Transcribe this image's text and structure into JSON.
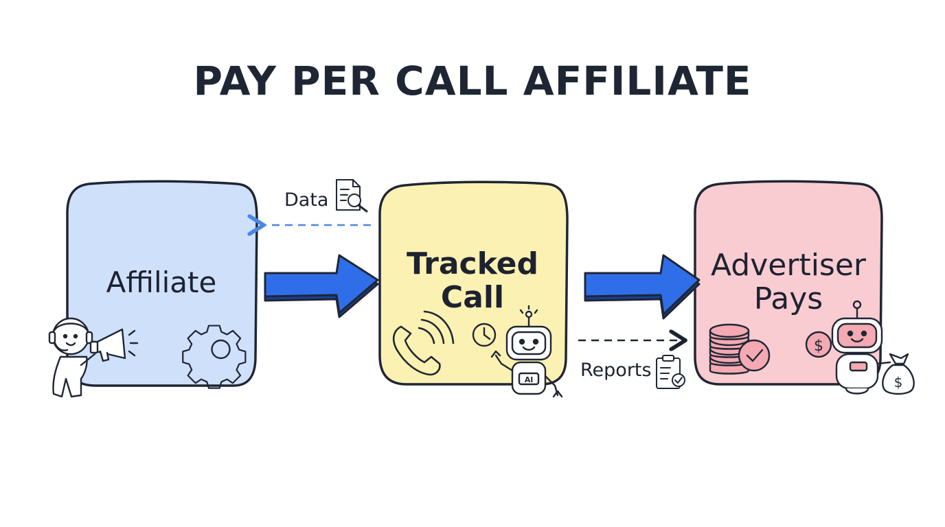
{
  "title": "PAY PER CALL AFFILIATE",
  "nodes": [
    {
      "id": "affiliate",
      "label": "Affiliate",
      "fill": "#cfe0fb"
    },
    {
      "id": "tracked-call",
      "label": "Tracked Call",
      "fill": "#fbf1b2"
    },
    {
      "id": "advertiser",
      "label": "Advertiser Pays",
      "fill": "#f9ccd2"
    }
  ],
  "edges": [
    {
      "from": "tracked-call",
      "to": "affiliate",
      "label": "Data",
      "style": "dashed",
      "color": "#4a86e8"
    },
    {
      "from": "affiliate",
      "to": "tracked-call",
      "label": "",
      "style": "solid-block",
      "color": "#2f6ee8"
    },
    {
      "from": "tracked-call",
      "to": "advertiser",
      "label": "",
      "style": "solid-block",
      "color": "#2f6ee8"
    },
    {
      "from": "tracked-call",
      "to": "advertiser",
      "label": "Reports",
      "style": "dashed",
      "color": "#1d2230"
    }
  ],
  "icons": {
    "affiliate": [
      "person-with-headset-icon",
      "megaphone-icon",
      "gear-icon"
    ],
    "tracked_call": [
      "phone-icon",
      "clock-icon",
      "ai-robot-icon"
    ],
    "advertiser": [
      "coin-stack-icon",
      "checkmark-icon",
      "robot-icon",
      "dollar-coin-icon",
      "money-bag-icon"
    ],
    "data": "document-search-icon",
    "reports": "clipboard-check-icon"
  },
  "robot_badge": "AI",
  "currency_symbol": "$"
}
